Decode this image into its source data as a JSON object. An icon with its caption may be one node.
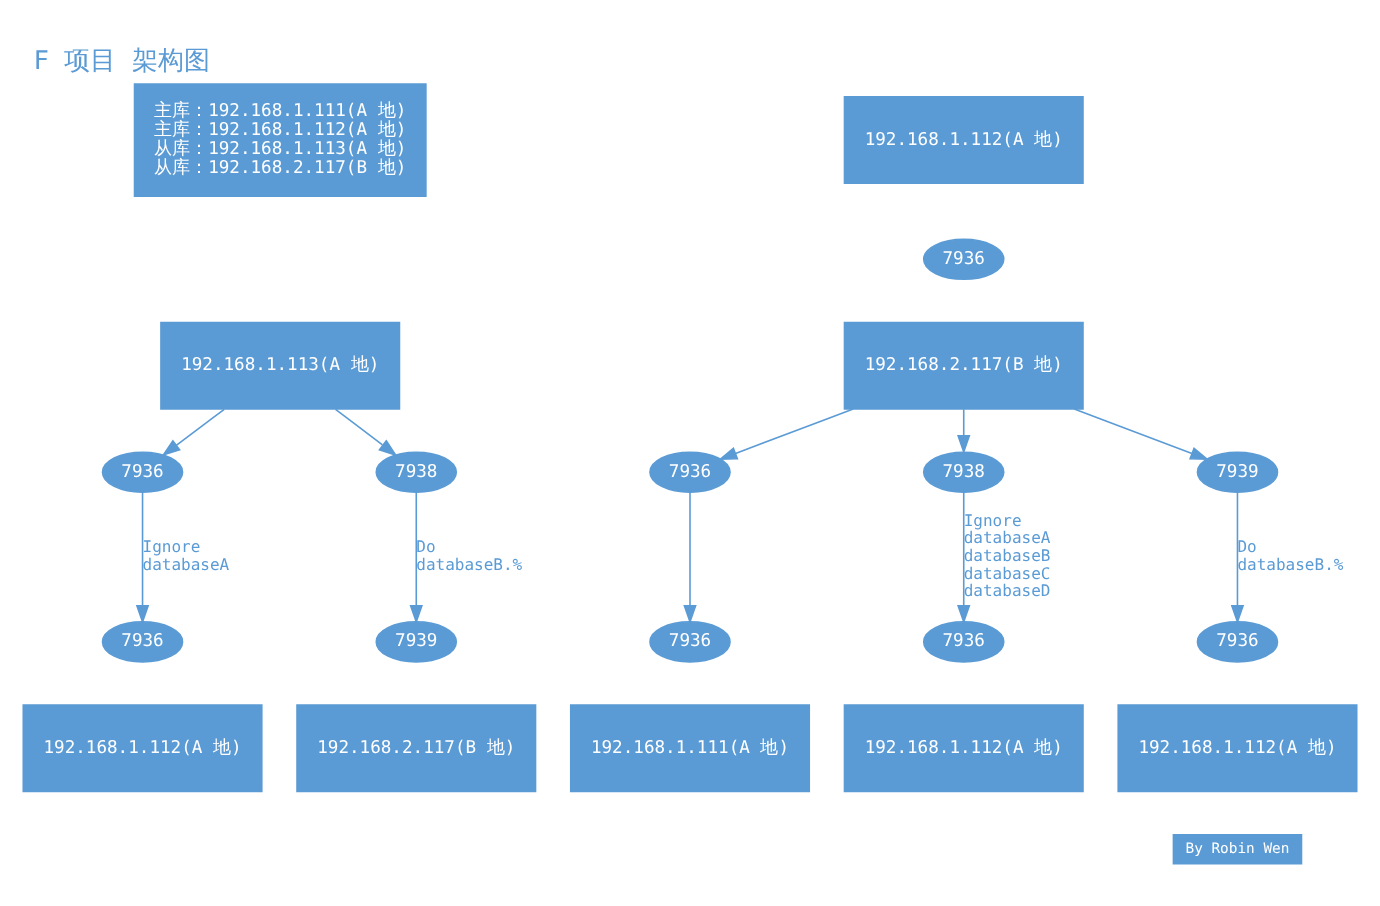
{
  "diagram": {
    "title": "F 项目 架构图",
    "nodes": [
      {
        "text": [
          "主库：192.168.1.111(A 地)",
          "主库：192.168.1.112(A 地)",
          "从库：192.168.1.113(A 地)",
          "从库：192.168.2.117(B 地)"
        ]
      },
      {
        "text": [
          "192.168.1.112(A 地)"
        ]
      },
      {
        "text": [
          "7936"
        ]
      },
      {
        "text": [
          "192.168.1.113(A 地)"
        ]
      },
      {
        "text": [
          "192.168.2.117(B 地)"
        ]
      },
      {
        "text": [
          "7936"
        ]
      },
      {
        "text": [
          "7938"
        ]
      },
      {
        "text": [
          "7936"
        ]
      },
      {
        "text": [
          "7938"
        ]
      },
      {
        "text": [
          "7939"
        ]
      },
      {
        "text": [
          "7936"
        ]
      },
      {
        "text": [
          "7939"
        ]
      },
      {
        "text": [
          "7936"
        ]
      },
      {
        "text": [
          "7936"
        ]
      },
      {
        "text": [
          "7936"
        ]
      },
      {
        "text": [
          "192.168.1.112(A 地)"
        ]
      },
      {
        "text": [
          "192.168.2.117(B 地)"
        ]
      },
      {
        "text": [
          "192.168.1.111(A 地)"
        ]
      },
      {
        "text": [
          "192.168.1.112(A 地)"
        ]
      },
      {
        "text": [
          "192.168.1.112(A 地)"
        ]
      },
      {
        "text": [
          "By Robin Wen"
        ]
      }
    ],
    "edges": [
      {
        "from": 3,
        "to": 5,
        "arrow": "to"
      },
      {
        "from": 3,
        "to": 6,
        "arrow": "to"
      },
      {
        "from": 4,
        "to": 7,
        "arrow": "to"
      },
      {
        "from": 4,
        "to": 8,
        "arrow": "to"
      },
      {
        "from": 4,
        "to": 9,
        "arrow": "to"
      },
      {
        "from": 5,
        "to": 10,
        "arrow": "to",
        "label": "Ignore databaseA"
      },
      {
        "from": 6,
        "to": 11,
        "arrow": "to",
        "label": "Do databaseB.%"
      },
      {
        "from": 7,
        "to": 12,
        "arrow": "to"
      },
      {
        "from": 8,
        "to": 13,
        "arrow": "to",
        "label": "Ignore databaseA databaseB databaseC databaseD"
      },
      {
        "from": 9,
        "to": 14,
        "arrow": "to",
        "label": "Do databaseB.%"
      }
    ]
  }
}
